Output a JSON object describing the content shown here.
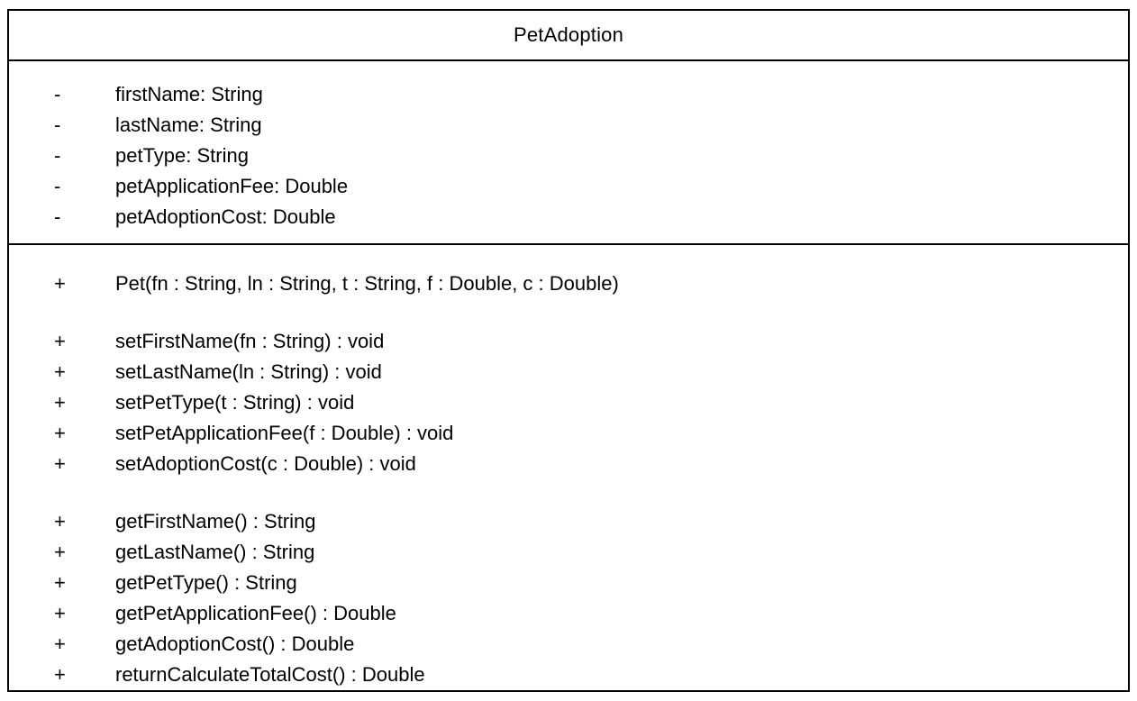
{
  "class_diagram": {
    "title": "PetAdoption",
    "attributes": [
      {
        "visibility": "-",
        "text": "firstName: String"
      },
      {
        "visibility": "-",
        "text": "lastName: String"
      },
      {
        "visibility": "-",
        "text": "petType: String"
      },
      {
        "visibility": "-",
        "text": "petApplicationFee: Double"
      },
      {
        "visibility": "-",
        "text": "petAdoptionCost: Double"
      }
    ],
    "method_groups": [
      [
        {
          "visibility": "+",
          "text": "Pet(fn : String, ln : String, t : String, f : Double, c : Double)"
        }
      ],
      [
        {
          "visibility": "+",
          "text": "setFirstName(fn : String) : void"
        },
        {
          "visibility": "+",
          "text": "setLastName(ln : String) : void"
        },
        {
          "visibility": "+",
          "text": "setPetType(t : String) : void"
        },
        {
          "visibility": "+",
          "text": "setPetApplicationFee(f : Double) : void"
        },
        {
          "visibility": "+",
          "text": "setAdoptionCost(c : Double) : void"
        }
      ],
      [
        {
          "visibility": "+",
          "text": "getFirstName() : String"
        },
        {
          "visibility": "+",
          "text": "getLastName() : String"
        },
        {
          "visibility": "+",
          "text": "getPetType() : String"
        },
        {
          "visibility": "+",
          "text": "getPetApplicationFee() : Double"
        },
        {
          "visibility": "+",
          "text": "getAdoptionCost() : Double"
        },
        {
          "visibility": "+",
          "text": "returnCalculateTotalCost() : Double"
        }
      ]
    ]
  }
}
